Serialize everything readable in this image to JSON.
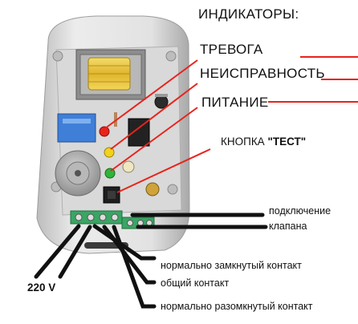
{
  "labels": {
    "heading": "ИНДИКАТОРЫ:",
    "alarm": "ТРЕВОГА",
    "fault": "НЕИСПРАВНОСТЬ",
    "power": "ПИТАНИЕ",
    "test_button_prefix": "КНОПКА ",
    "test_button_word": "\"ТЕСТ\"",
    "valve_line1": "подключение",
    "valve_line2": "клапана",
    "nc_contact": "нормально замкнутый контакт",
    "common_contact": "общий контакт",
    "no_contact": "нормально разомкнутый контакт",
    "mains": "220 V"
  },
  "colors": {
    "pointer_line": "#e8231b",
    "wire": "#111111",
    "led_red": "#e8231b",
    "led_yellow": "#f2d21a",
    "led_green": "#2fb53a",
    "terminal_green": "#3aa564",
    "relay_blue": "#3f7fd8",
    "transformer_yellow": "#e6c23b",
    "housing": "#e3e3e3"
  }
}
